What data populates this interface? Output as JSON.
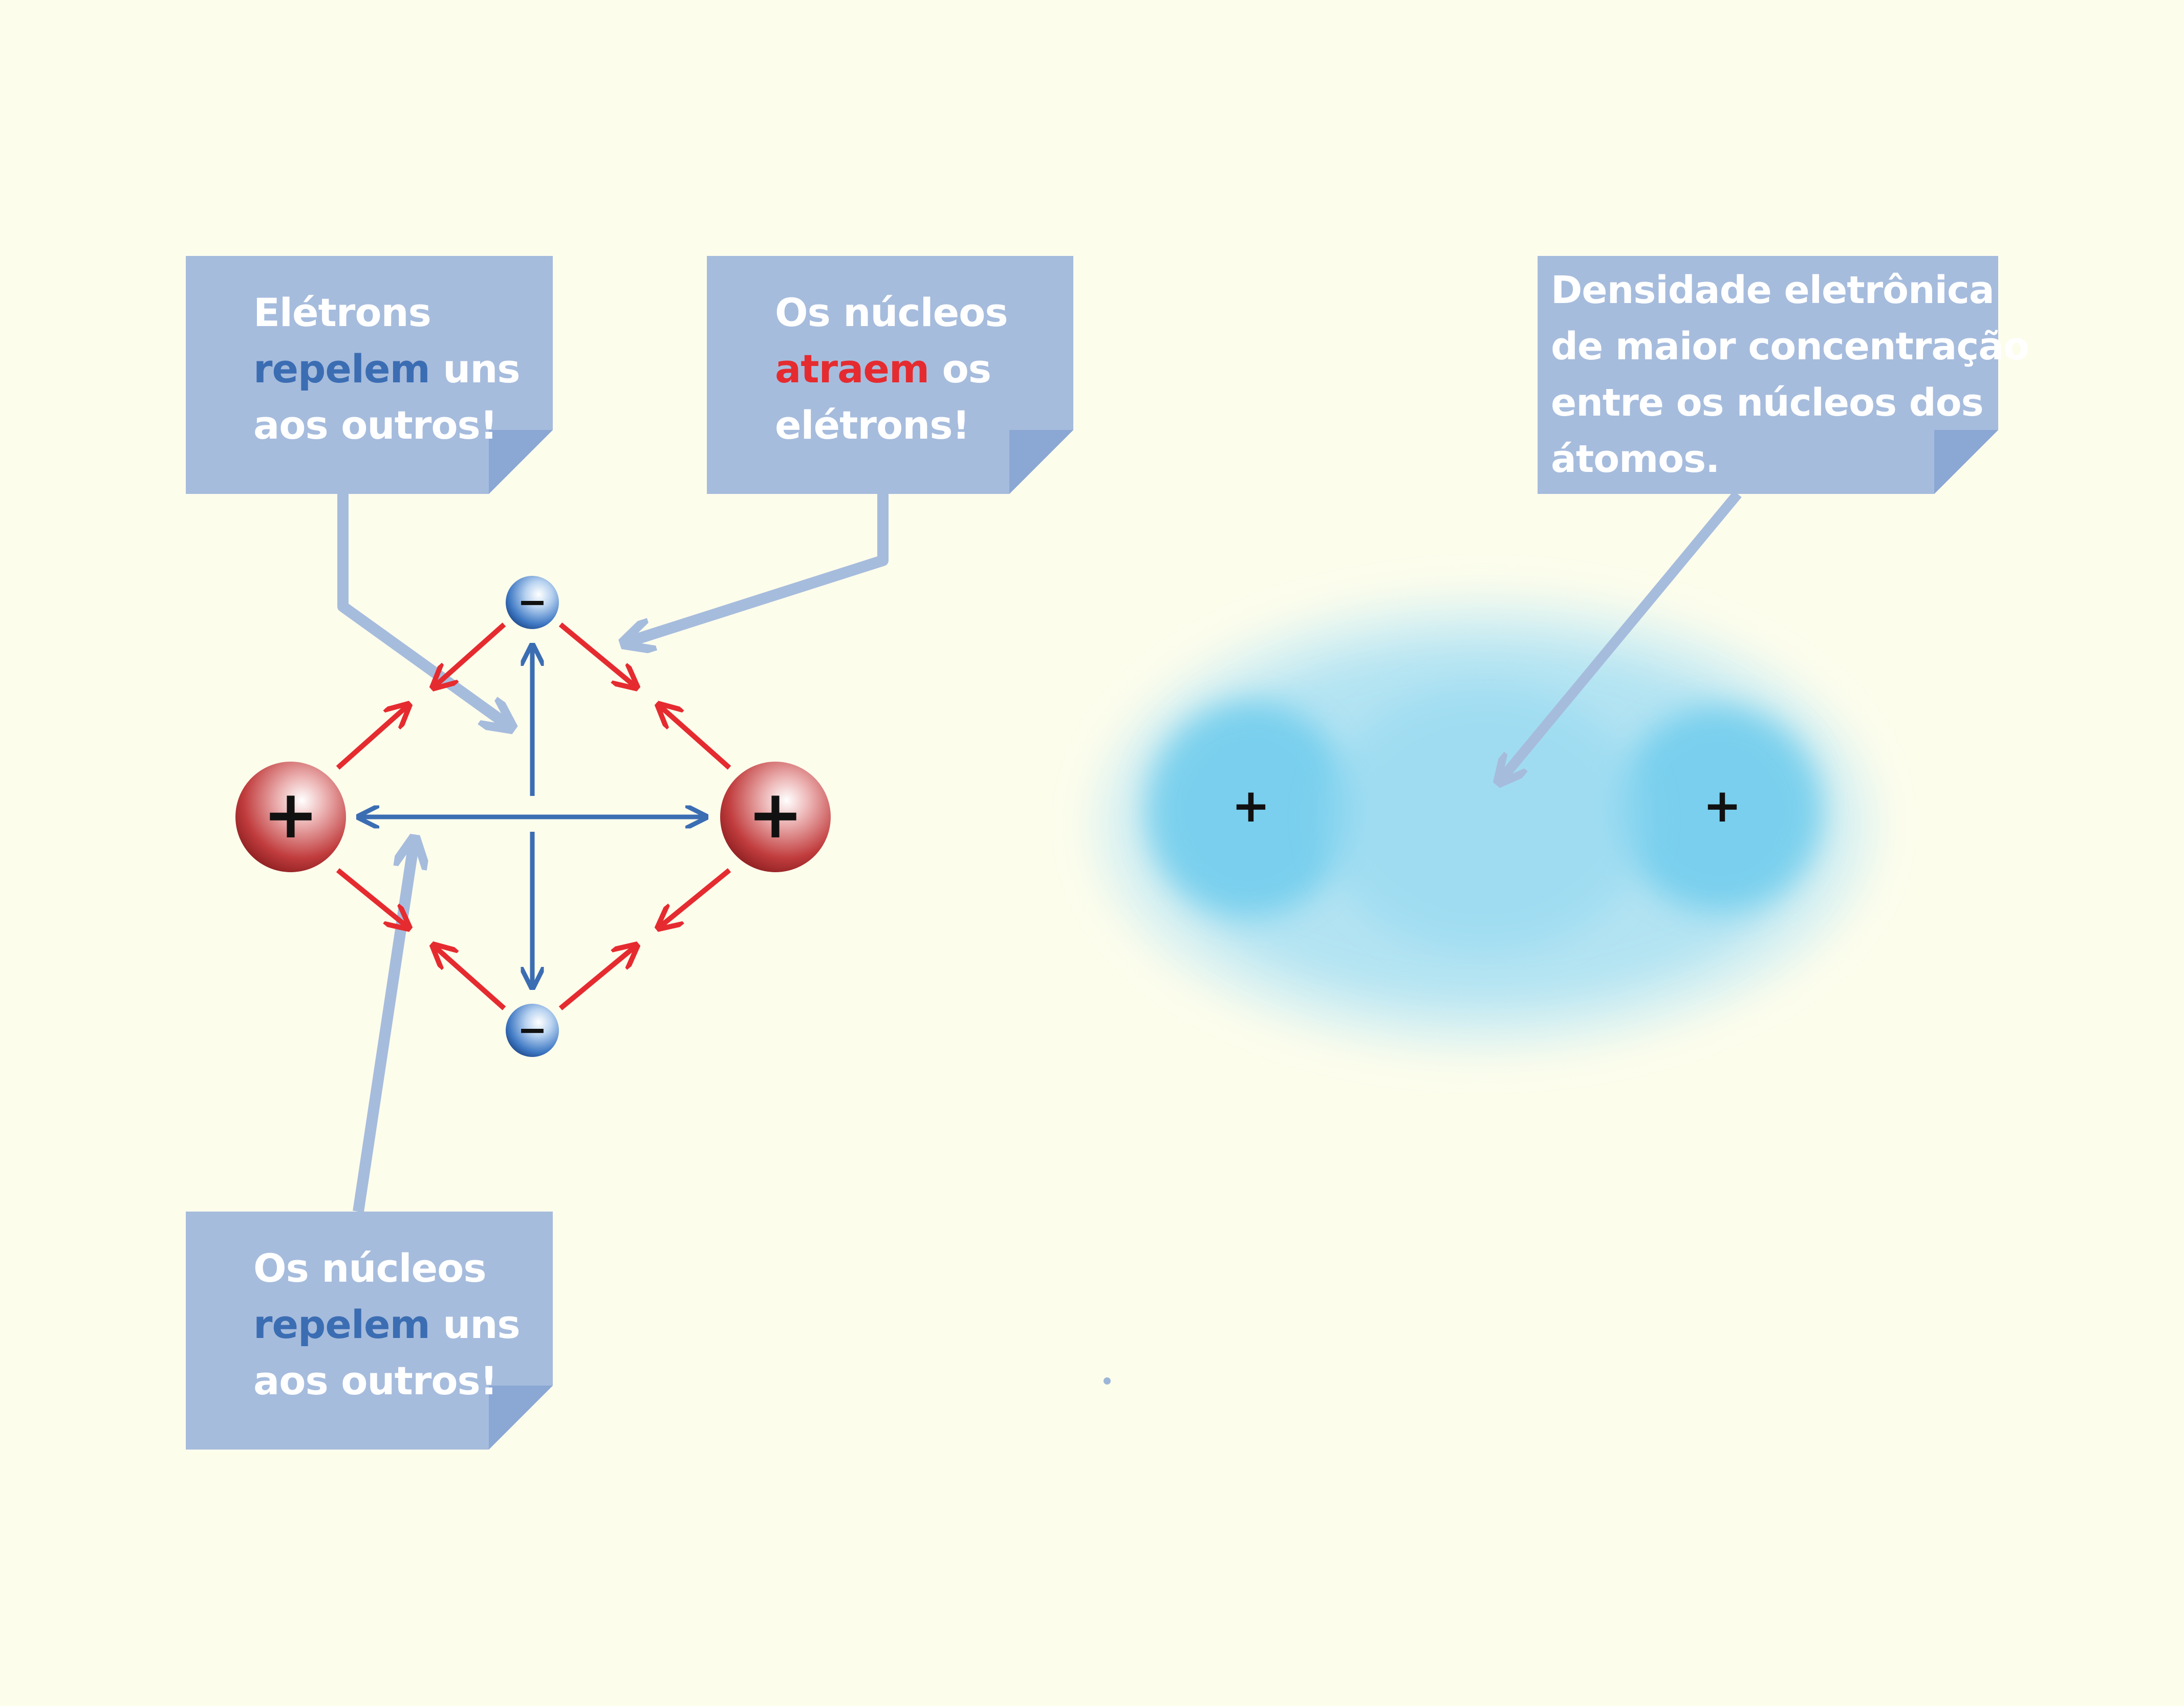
{
  "notes": {
    "electrons_repel": {
      "line1": "Elétrons",
      "keyword": "repelem",
      "line2_rest": " uns",
      "line3": "aos outros!"
    },
    "nuclei_attract": {
      "line1": "Os núcleos",
      "keyword": "atraem",
      "line2_rest": " os",
      "line3": "elétrons!"
    },
    "nuclei_repel": {
      "line1": "Os núcleos",
      "keyword": "repelem",
      "line2_rest": " uns",
      "line3": "aos outros!"
    },
    "density": {
      "line1": "Densidade eletrônica",
      "line2": "de maior concentração",
      "line3": "entre os núcleos dos",
      "line4": "átomos."
    }
  },
  "symbols": {
    "nucleus_sign": "+",
    "electron_sign": "−"
  },
  "colors": {
    "background": "#fdfdec",
    "note_fill": "#a6bcdd",
    "note_fold": "#8ba7d3",
    "pointer": "#a6bcdd",
    "repulsion_arrow": "#3b6db3",
    "attraction_arrow": "#e52b2f",
    "nucleus": "#c0393b",
    "electron": "#3d78c4",
    "electron_cloud": "#7fd3ef"
  }
}
